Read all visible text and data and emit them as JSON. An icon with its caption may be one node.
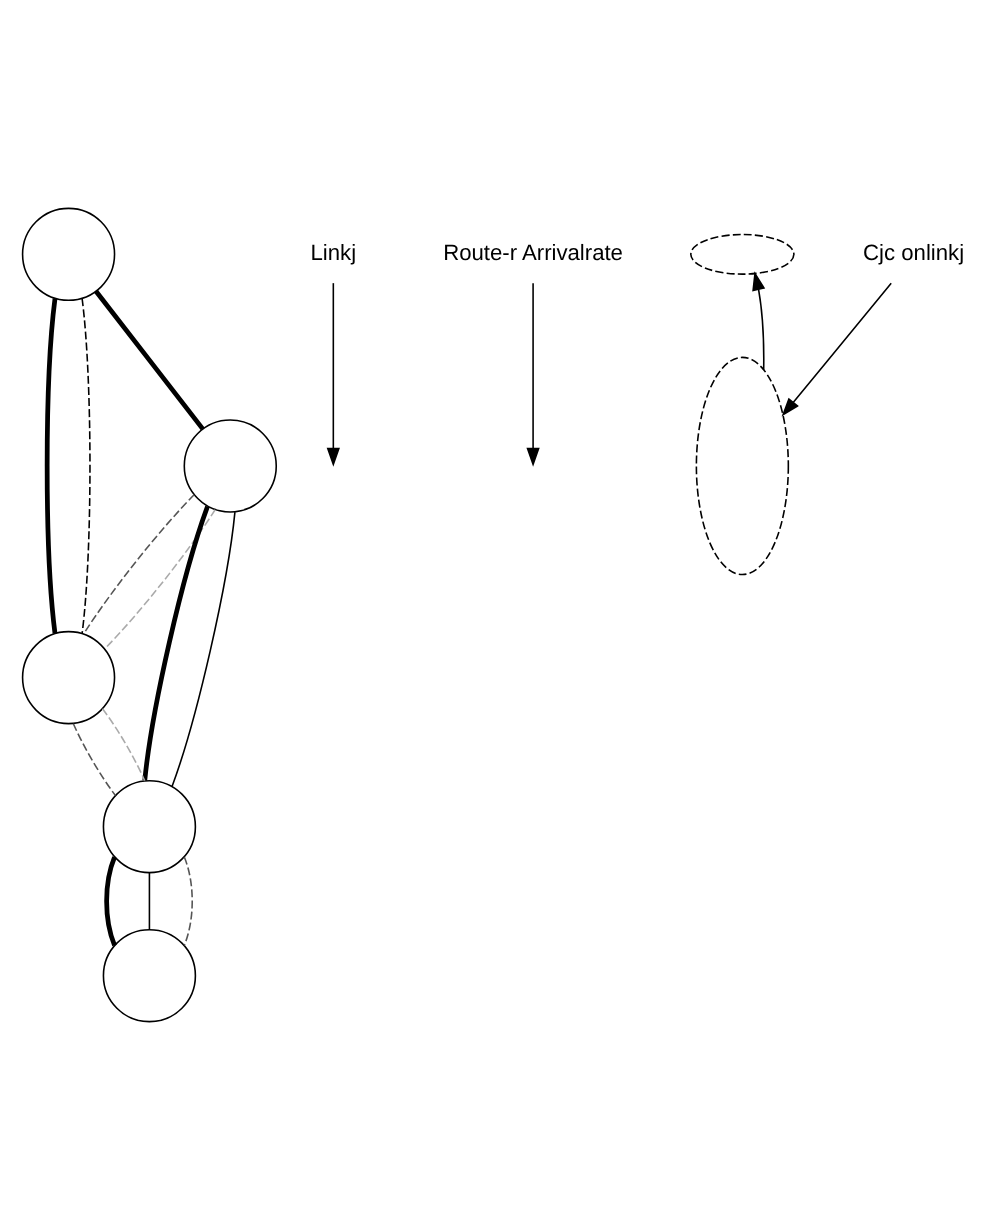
{
  "diagram": {
    "nodes": [
      {
        "text": [],
        "shape": "circle"
      },
      {
        "text": [],
        "shape": "circle"
      },
      {
        "text": [],
        "shape": "circle"
      },
      {
        "text": [],
        "shape": "circle"
      },
      {
        "text": [],
        "shape": "circle"
      },
      {
        "text": [
          "Linkj"
        ]
      },
      {
        "text": [
          "Route-r Arrivalrate"
        ]
      },
      {
        "text": [],
        "shape": "ellipse"
      },
      {
        "text": [],
        "shape": "ellipse"
      },
      {
        "text": [
          "Cjc onlinkj"
        ]
      }
    ],
    "edges": [
      {
        "from": 0,
        "to": 1,
        "arrow": "none",
        "style": "thick"
      },
      {
        "from": 1,
        "to": 3,
        "arrow": "none",
        "style": "thick"
      },
      {
        "from": 3,
        "to": 4,
        "arrow": "none",
        "style": "thick"
      },
      {
        "from": 1,
        "to": 3,
        "arrow": "none"
      },
      {
        "from": 3,
        "to": 4,
        "arrow": "none"
      },
      {
        "from": 1,
        "to": 2,
        "arrow": "none",
        "style": "dashed",
        "color": "#555555"
      },
      {
        "from": 2,
        "to": 3,
        "arrow": "none",
        "style": "dashed",
        "color": "#555555"
      },
      {
        "from": 3,
        "to": 4,
        "arrow": "none",
        "style": "dashed",
        "color": "#555555"
      },
      {
        "from": 1,
        "to": 2,
        "arrow": "none",
        "style": "dashed",
        "color": "#aaaaaa"
      },
      {
        "from": 2,
        "to": 3,
        "arrow": "none",
        "style": "dashed",
        "color": "#aaaaaa"
      },
      {
        "from": 0,
        "to": 2,
        "arrow": "none",
        "style": "thick"
      },
      {
        "from": 0,
        "to": 2,
        "arrow": "none",
        "style": "dashed"
      },
      {
        "from": 5,
        "to": null,
        "arrow": "to"
      },
      {
        "from": 6,
        "to": null,
        "arrow": "to"
      },
      {
        "from": 8,
        "to": 7,
        "arrow": "to"
      },
      {
        "from": 9,
        "to": 8,
        "arrow": "to"
      }
    ]
  }
}
